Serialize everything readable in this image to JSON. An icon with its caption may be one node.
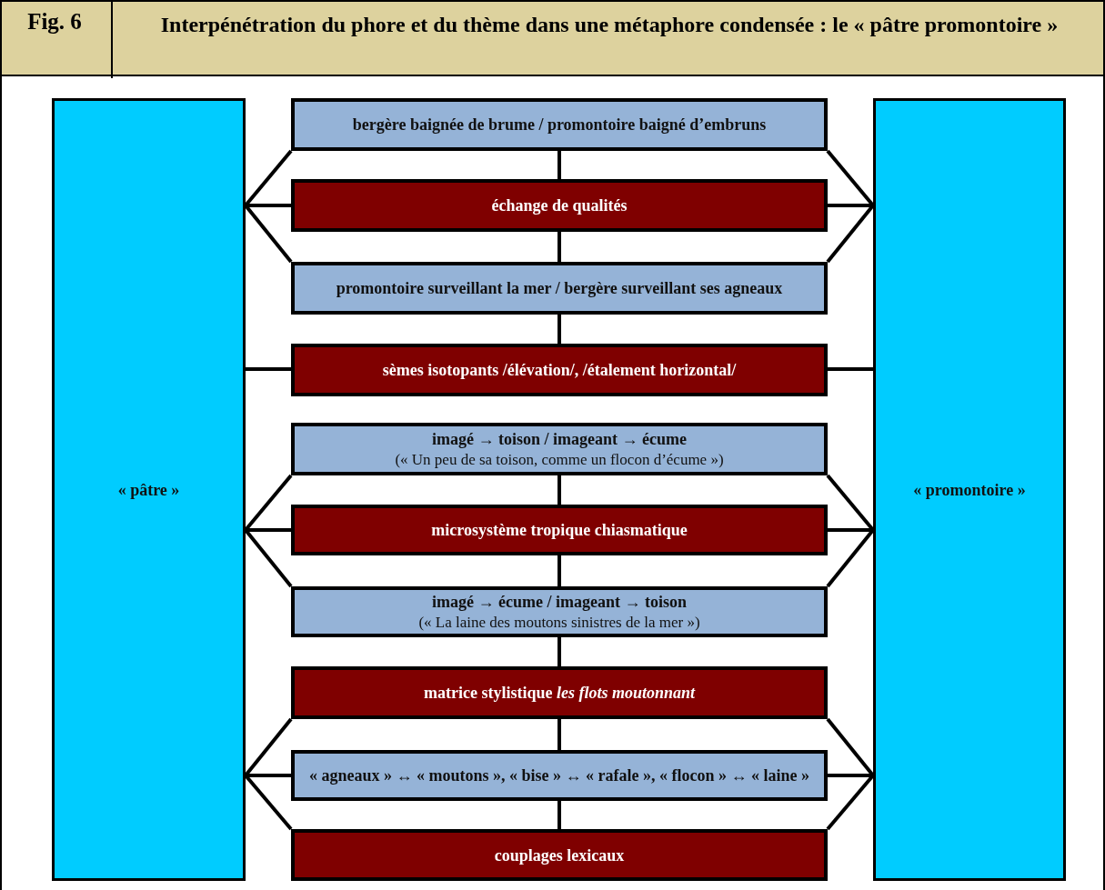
{
  "diagram": {
    "title": "Interpénétration du phore et du thème dans une métaphore condensée : le « pâtre promontoire »",
    "nodes": [
      {
        "text": [
          "« pâtre »"
        ]
      },
      {
        "text": [
          "bergère baignée de brume / promontoire baigné d’embruns"
        ]
      },
      {
        "text": [
          "échange de qualités"
        ]
      },
      {
        "text": [
          "promontoire surveillant la mer / bergère surveillant ses agneaux"
        ]
      },
      {
        "text": [
          "sèmes isotopants /élévation/, /étalement horizontal/"
        ]
      },
      {
        "text": [
          "imagé → toison / imageant → écume",
          "(« Un peu de sa toison, comme un flocon d’écume »)"
        ]
      },
      {
        "text": [
          "microsystème tropique chiasmatique"
        ]
      },
      {
        "text": [
          "imagé → écume / imageant → toison",
          "(« La laine des moutons sinistres de la mer »)"
        ]
      },
      {
        "text": [
          "matrice stylistique *les flots moutonnant*"
        ]
      },
      {
        "text": [
          "« agneaux » ↔ « moutons », « bise » ↔ « rafale », « flocon » ↔ « laine »"
        ]
      },
      {
        "text": [
          "couplages lexicaux"
        ]
      },
      {
        "text": [
          "« promontoire »"
        ]
      }
    ],
    "edges": [
      {
        "from": 1,
        "to": 2,
        "arrow": "none"
      },
      {
        "from": 2,
        "to": 3,
        "arrow": "none"
      },
      {
        "from": 3,
        "to": 4,
        "arrow": "none"
      },
      {
        "from": 5,
        "to": 6,
        "arrow": "none"
      },
      {
        "from": 6,
        "to": 7,
        "arrow": "none"
      },
      {
        "from": 7,
        "to": 8,
        "arrow": "none"
      },
      {
        "from": 8,
        "to": 9,
        "arrow": "none"
      },
      {
        "from": 9,
        "to": 10,
        "arrow": "none"
      },
      {
        "from": 0,
        "to": 1,
        "arrow": "none"
      },
      {
        "from": 0,
        "to": 2,
        "arrow": "none"
      },
      {
        "from": 0,
        "to": 3,
        "arrow": "none"
      },
      {
        "from": 0,
        "to": 4,
        "arrow": "none"
      },
      {
        "from": 0,
        "to": 5,
        "arrow": "none"
      },
      {
        "from": 0,
        "to": 6,
        "arrow": "none"
      },
      {
        "from": 0,
        "to": 7,
        "arrow": "none"
      },
      {
        "from": 0,
        "to": 8,
        "arrow": "none"
      },
      {
        "from": 0,
        "to": 9,
        "arrow": "none"
      },
      {
        "from": 0,
        "to": 10,
        "arrow": "none"
      },
      {
        "from": 1,
        "to": 11,
        "arrow": "none"
      },
      {
        "from": 2,
        "to": 11,
        "arrow": "none"
      },
      {
        "from": 3,
        "to": 11,
        "arrow": "none"
      },
      {
        "from": 4,
        "to": 11,
        "arrow": "none"
      },
      {
        "from": 5,
        "to": 11,
        "arrow": "none"
      },
      {
        "from": 6,
        "to": 11,
        "arrow": "none"
      },
      {
        "from": 7,
        "to": 11,
        "arrow": "none"
      },
      {
        "from": 8,
        "to": 11,
        "arrow": "none"
      },
      {
        "from": 9,
        "to": 11,
        "arrow": "none"
      },
      {
        "from": 10,
        "to": 11,
        "arrow": "none"
      }
    ],
    "labels": [
      "Fig. 6"
    ]
  }
}
